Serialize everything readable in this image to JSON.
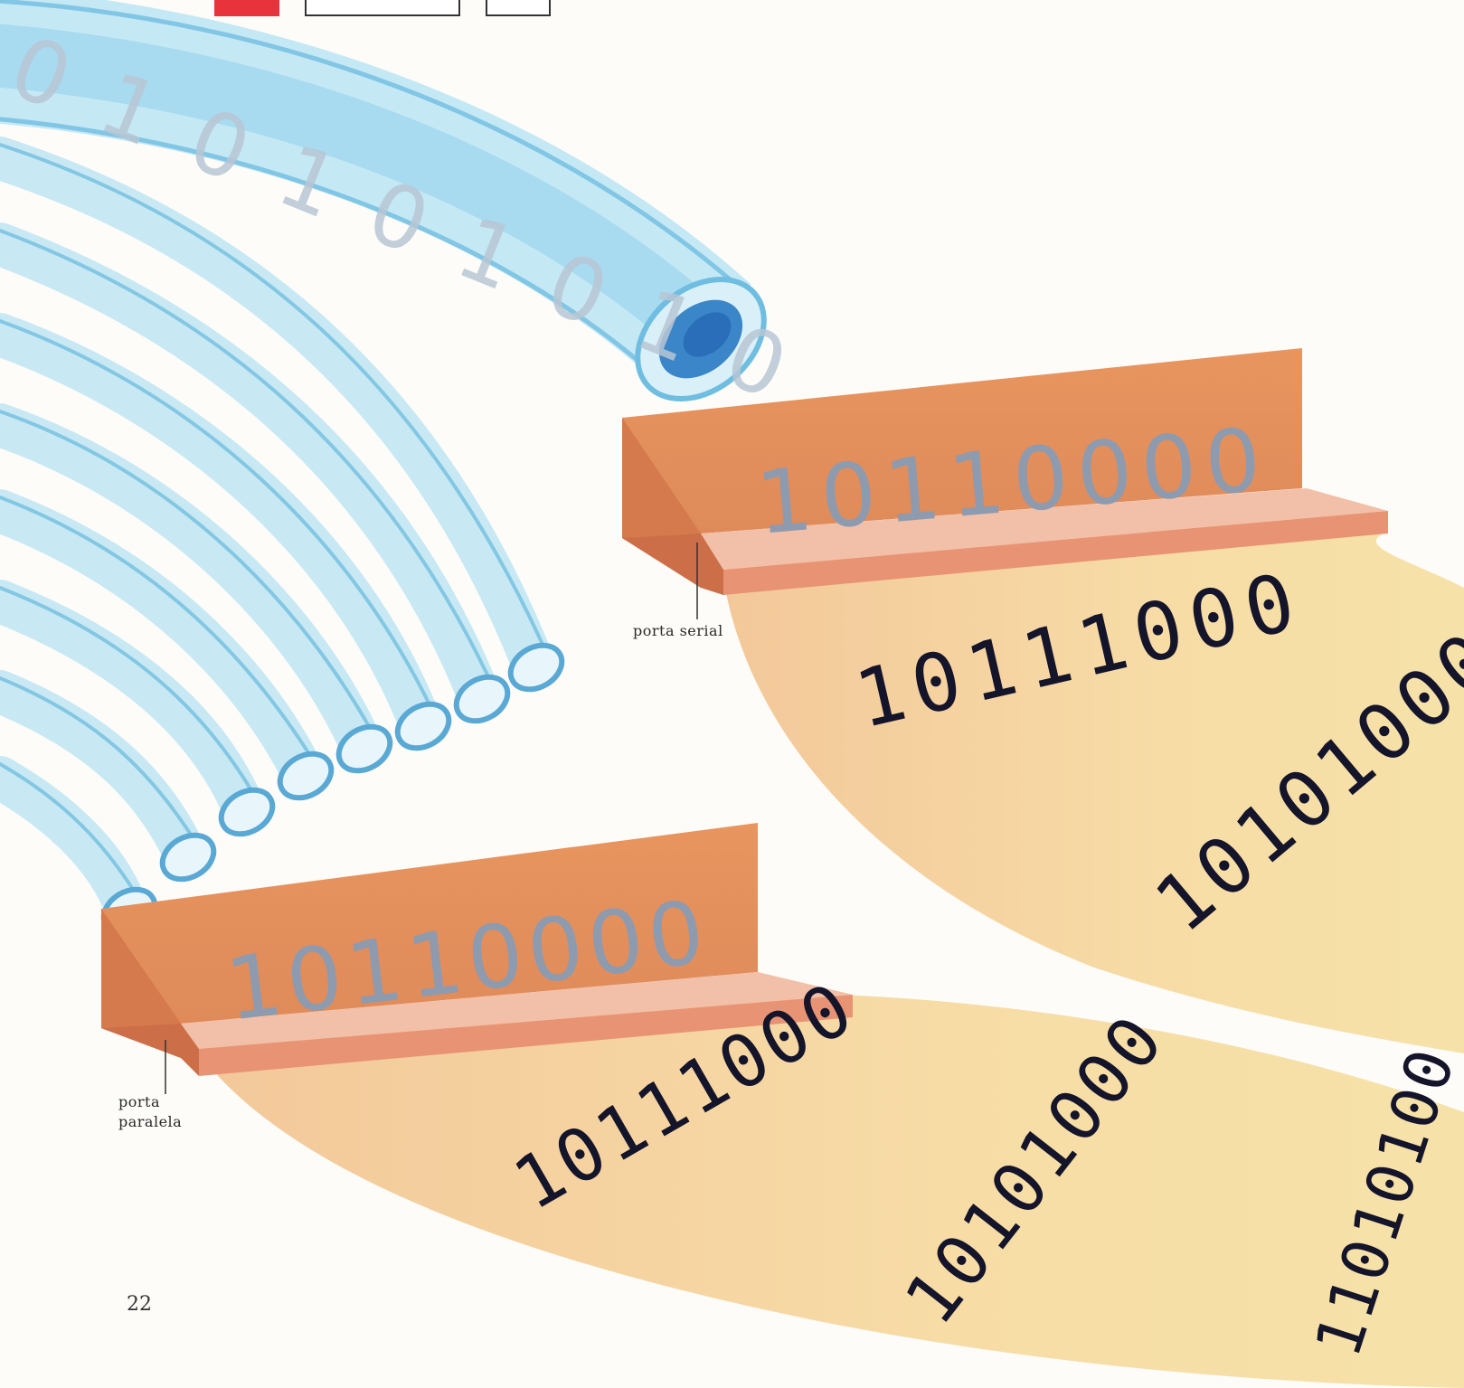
{
  "page_number": "22",
  "labels": {
    "serial_port": "porta serial",
    "parallel_port_line1": "porta",
    "parallel_port_line2": "paralela"
  },
  "serial": {
    "port_bits": "10110000",
    "tube_bits": "0 1 0 1 0 1 0 1 0",
    "paper_rows": [
      "10111000",
      "10101000"
    ]
  },
  "parallel": {
    "port_bits": "10110000",
    "paper_rows": [
      "10111000",
      "10101000",
      "11010100"
    ]
  },
  "colors": {
    "tube": "#8fd0ea",
    "tube_dark": "#3a86c8",
    "port_face": "#e0875a",
    "port_shelf": "#f2c0a8",
    "paper": "#f6d49a",
    "bits_grey": "#8e9aae",
    "bits_dark": "#14142a",
    "header_red": "#e8323c"
  }
}
